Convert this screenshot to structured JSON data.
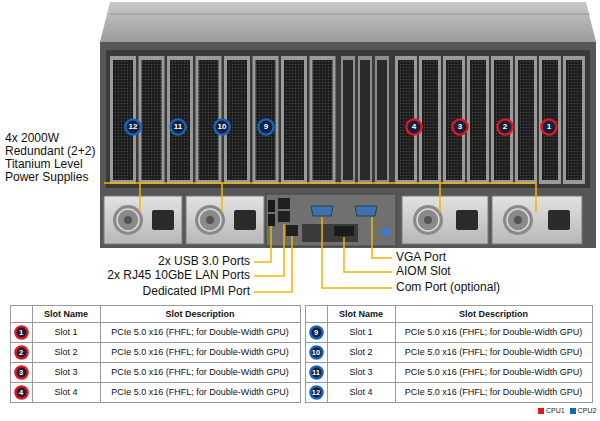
{
  "diagram": {
    "nodes": [
      {
        "text": [
          "12"
        ]
      },
      {
        "text": [
          "11"
        ]
      },
      {
        "text": [
          "10"
        ]
      },
      {
        "text": [
          "9"
        ]
      },
      {
        "text": [
          "4"
        ]
      },
      {
        "text": [
          "3"
        ]
      },
      {
        "text": [
          "2"
        ]
      },
      {
        "text": [
          "1"
        ]
      },
      {
        "text": [
          "1"
        ]
      },
      {
        "text": [
          "2"
        ]
      },
      {
        "text": [
          "3"
        ]
      },
      {
        "text": [
          "4"
        ]
      },
      {
        "text": [
          "9"
        ]
      },
      {
        "text": [
          "10"
        ]
      },
      {
        "text": [
          "11"
        ]
      },
      {
        "text": [
          "12"
        ]
      }
    ],
    "labels": [
      "4x 2000W Redundant (2+2) Titanium Level Power Supplies",
      "2x USB 3.0 Ports",
      "2x RJ45 10GbE LAN Ports",
      "Dedicated IPMI Port",
      "VGA Port",
      "AIOM Slot",
      "Com Port (optional)",
      "Slot Name",
      "Slot Description",
      "Slot Name",
      "Slot Description",
      "Slot 1",
      "PCIe 5.0 x16 (FHFL; for Double-Width GPU)",
      "Slot 2",
      "PCIe 5.0 x16 (FHFL; for Double-Width GPU)",
      "Slot 3",
      "PCIe 5.0 x16 (FHFL; for Double-Width GPU)",
      "Slot 4",
      "PCIe 5.0 x16 (FHFL; for Double-Width GPU)",
      "Slot 1",
      "PCIe 5.0 x16 (FHFL; for Double-Width GPU)",
      "Slot 2",
      "PCIe 5.0 x16 (FHFL; for Double-Width GPU)",
      "Slot 3",
      "PCIe 5.0 x16 (FHFL; for Double-Width GPU)",
      "Slot 4",
      "PCIe 5.0 x16 (FHFL; for Double-Width GPU)"
    ],
    "legend": [
      {
        "text": "CPU1",
        "color": "#e3151e"
      },
      {
        "text": "CPU2",
        "color": "#1565c0"
      }
    ]
  }
}
